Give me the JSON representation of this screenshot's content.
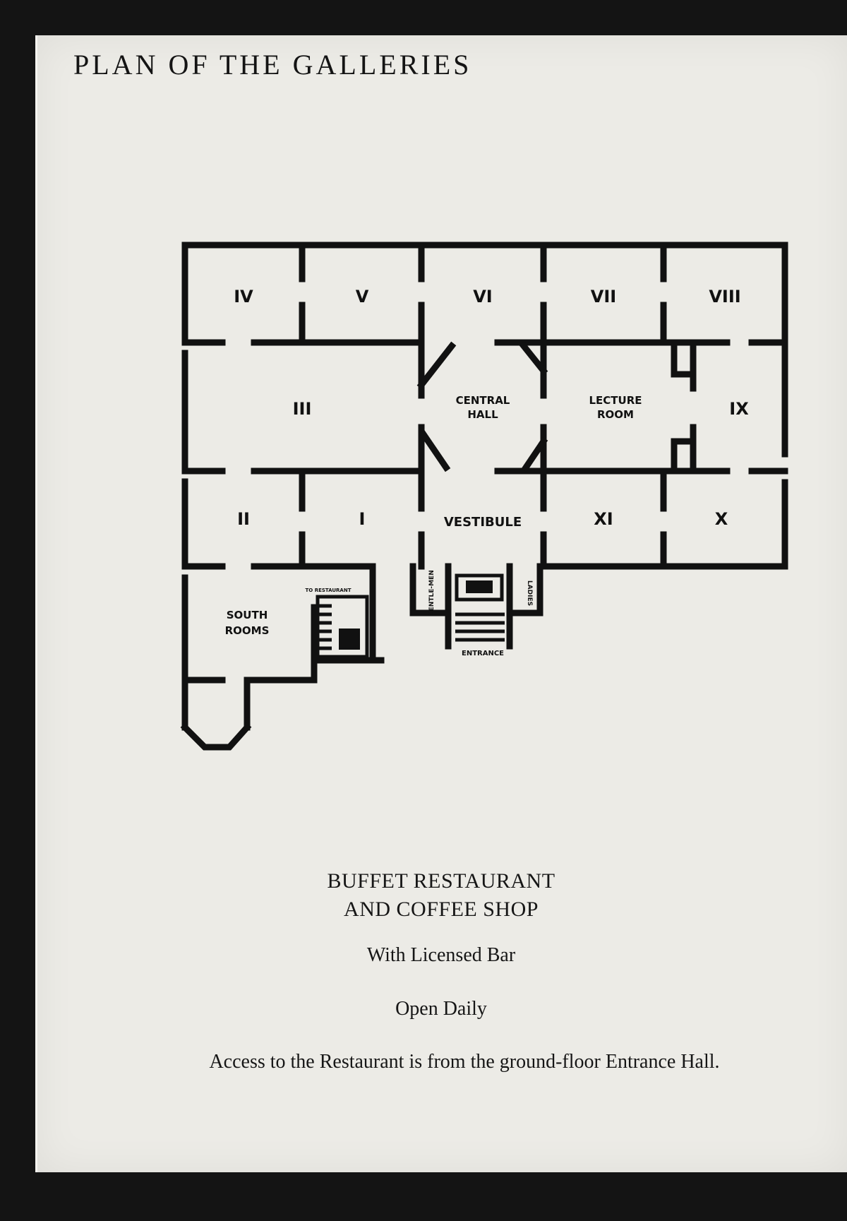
{
  "heading": "PLAN OF THE GALLERIES",
  "plan": {
    "rooms": {
      "iv": "IV",
      "v": "V",
      "vi": "VI",
      "vii": "VII",
      "viii": "VIII",
      "iii": "III",
      "ix": "IX",
      "ii": "II",
      "i": "I",
      "xi": "XI",
      "x": "X"
    },
    "central_hall": [
      "CENTRAL",
      "HALL"
    ],
    "lecture_room": [
      "LECTURE",
      "ROOM"
    ],
    "vestibule": "VESTIBULE",
    "south_rooms": [
      "SOUTH",
      "ROOMS"
    ],
    "to_restaurant": "TO RESTAURANT",
    "gentlemen": "GENTLE-MEN",
    "ladies": "LADIES",
    "entrance": "ENTRANCE"
  },
  "restaurant": {
    "title_line1": "BUFFET  RESTAURANT",
    "title_line2": "AND COFFEE SHOP",
    "bar": "With Licensed Bar",
    "open": "Open Daily",
    "access": "Access to the Restaurant is from the ground-floor Entrance Hall."
  }
}
